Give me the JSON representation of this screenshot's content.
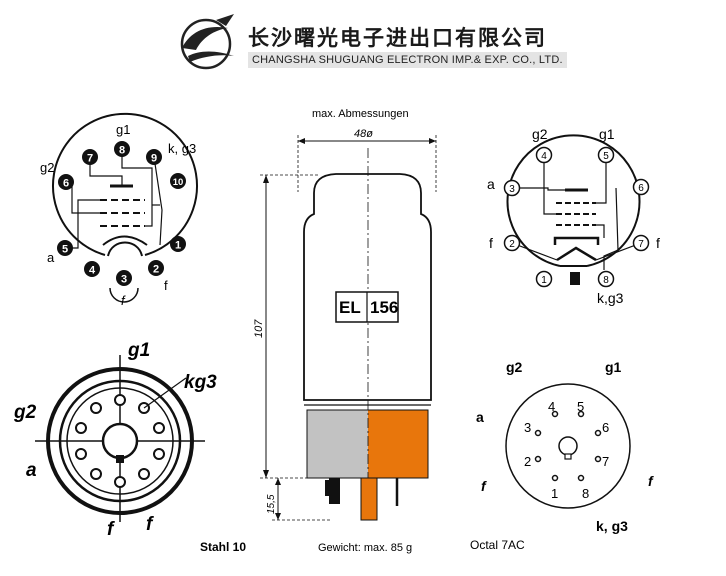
{
  "header": {
    "company_cn": "长沙曙光电子进出口有限公司",
    "company_en": "CHANGSHA SHUGUANG ELECTRON IMP.& EXP. CO., LTD."
  },
  "tube": {
    "type_label_left": "EL",
    "type_label_right": "156",
    "dim_caption": "max. Abmessungen",
    "dim_width": "48ø",
    "dim_height": "107",
    "dim_base": "15,5",
    "weight": "Gewicht: max. 85 g",
    "colors": {
      "base_left": "#c2c2c2",
      "base_right": "#e8760c"
    }
  },
  "left_pinout": {
    "pins": [
      "1",
      "2",
      "3",
      "4",
      "5",
      "6",
      "7",
      "8",
      "9",
      "10"
    ],
    "labels": {
      "g1": "g1",
      "kg3": "k, g3",
      "g2": "g2",
      "a": "a",
      "f1": "f",
      "f2": "f"
    }
  },
  "left_socket": {
    "labels": {
      "g1": "g1",
      "kg3": "kg3",
      "g2": "g2",
      "a": "a",
      "f1": "f",
      "f2": "f"
    },
    "caption": "Stahl 10"
  },
  "right_pinout": {
    "pins": [
      "1",
      "2",
      "3",
      "4",
      "5",
      "6",
      "7",
      "8"
    ],
    "labels": {
      "g2": "g2",
      "g1": "g1",
      "a": "a",
      "f1": "f",
      "f2": "f",
      "kg3": "k,g3"
    }
  },
  "right_socket": {
    "pins": [
      "1",
      "2",
      "3",
      "4",
      "5",
      "6",
      "7",
      "8"
    ],
    "labels": {
      "g2": "g2",
      "g1": "g1",
      "a": "a",
      "f1": "f",
      "f2": "f",
      "kg3": "k, g3"
    },
    "caption": "Octal 7AC"
  }
}
